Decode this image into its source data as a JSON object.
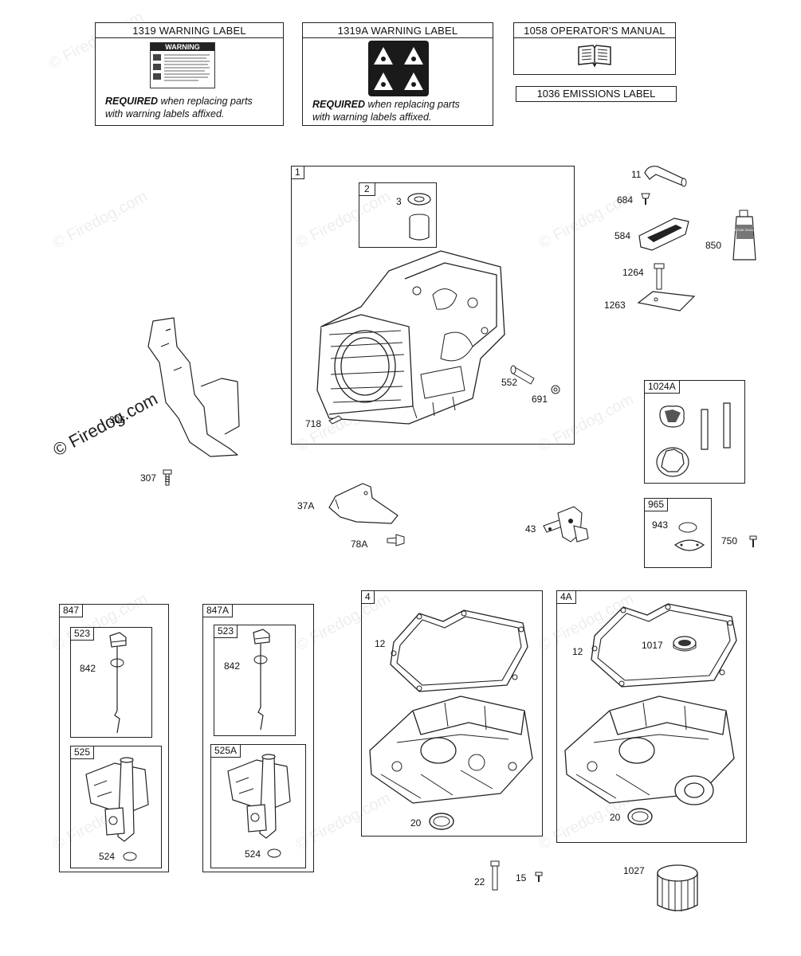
{
  "header_labels": {
    "warning_1319": {
      "title": "1319 WARNING LABEL",
      "sticker_heading": "WARNING",
      "note_bold": "REQUIRED",
      "note_rest": " when replacing parts",
      "note_line2": "with warning labels affixed."
    },
    "warning_1319a": {
      "title": "1319A WARNING LABEL",
      "note_bold": "REQUIRED",
      "note_rest": " when replacing parts",
      "note_line2": "with warning labels affixed."
    },
    "manual_1058": {
      "title": "1058 OPERATOR'S MANUAL"
    },
    "emissions_1036": {
      "title": "1036 EMISSIONS LABEL"
    }
  },
  "groups": {
    "g1": "1",
    "g2": "2",
    "g1024a": "1024A",
    "g965": "965",
    "g847": "847",
    "g523a": "523",
    "g525": "525",
    "g847a": "847A",
    "g523b": "523",
    "g525a": "525A",
    "g4": "4",
    "g4a": "4A"
  },
  "parts": {
    "p3": "3",
    "p552": "552",
    "p691": "691",
    "p718": "718",
    "p11": "11",
    "p684": "684",
    "p584": "584",
    "p850": "850",
    "p1264": "1264",
    "p1263": "1263",
    "p306": "306",
    "p307": "307",
    "p37a": "37A",
    "p78a": "78A",
    "p43": "43",
    "p943": "943",
    "p750": "750",
    "p842a": "842",
    "p524a": "524",
    "p842b": "842",
    "p524b": "524",
    "p12a": "12",
    "p20a": "20",
    "p12b": "12",
    "p1017": "1017",
    "p20b": "20",
    "p22": "22",
    "p15": "15",
    "p1027": "1027"
  },
  "watermark": "© Firedog.com",
  "tube_label": "SILICONE SEALANT"
}
